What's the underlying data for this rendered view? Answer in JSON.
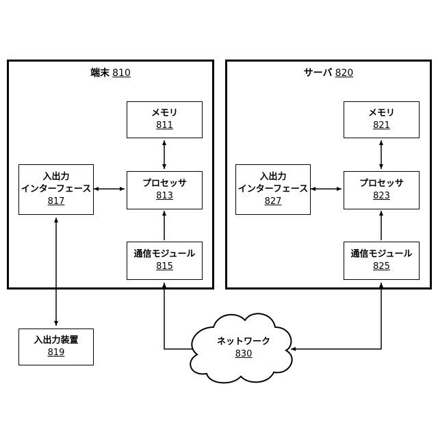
{
  "terminal": {
    "title": "端末",
    "num": "810",
    "memory": {
      "label": "メモリ",
      "num": "811"
    },
    "processor": {
      "label": "プロセッサ",
      "num": "813"
    },
    "comm": {
      "label": "通信モジュール",
      "num": "815"
    },
    "io_if": {
      "line1": "入出力",
      "line2": "インターフェース",
      "num": "817"
    }
  },
  "server": {
    "title": "サーバ",
    "num": "820",
    "memory": {
      "label": "メモリ",
      "num": "821"
    },
    "processor": {
      "label": "プロセッサ",
      "num": "823"
    },
    "comm": {
      "label": "通信モジュール",
      "num": "825"
    },
    "io_if": {
      "line1": "入出力",
      "line2": "インターフェース",
      "num": "827"
    }
  },
  "io_device": {
    "label": "入出力装置",
    "num": "819"
  },
  "network": {
    "label": "ネットワーク",
    "num": "830"
  }
}
